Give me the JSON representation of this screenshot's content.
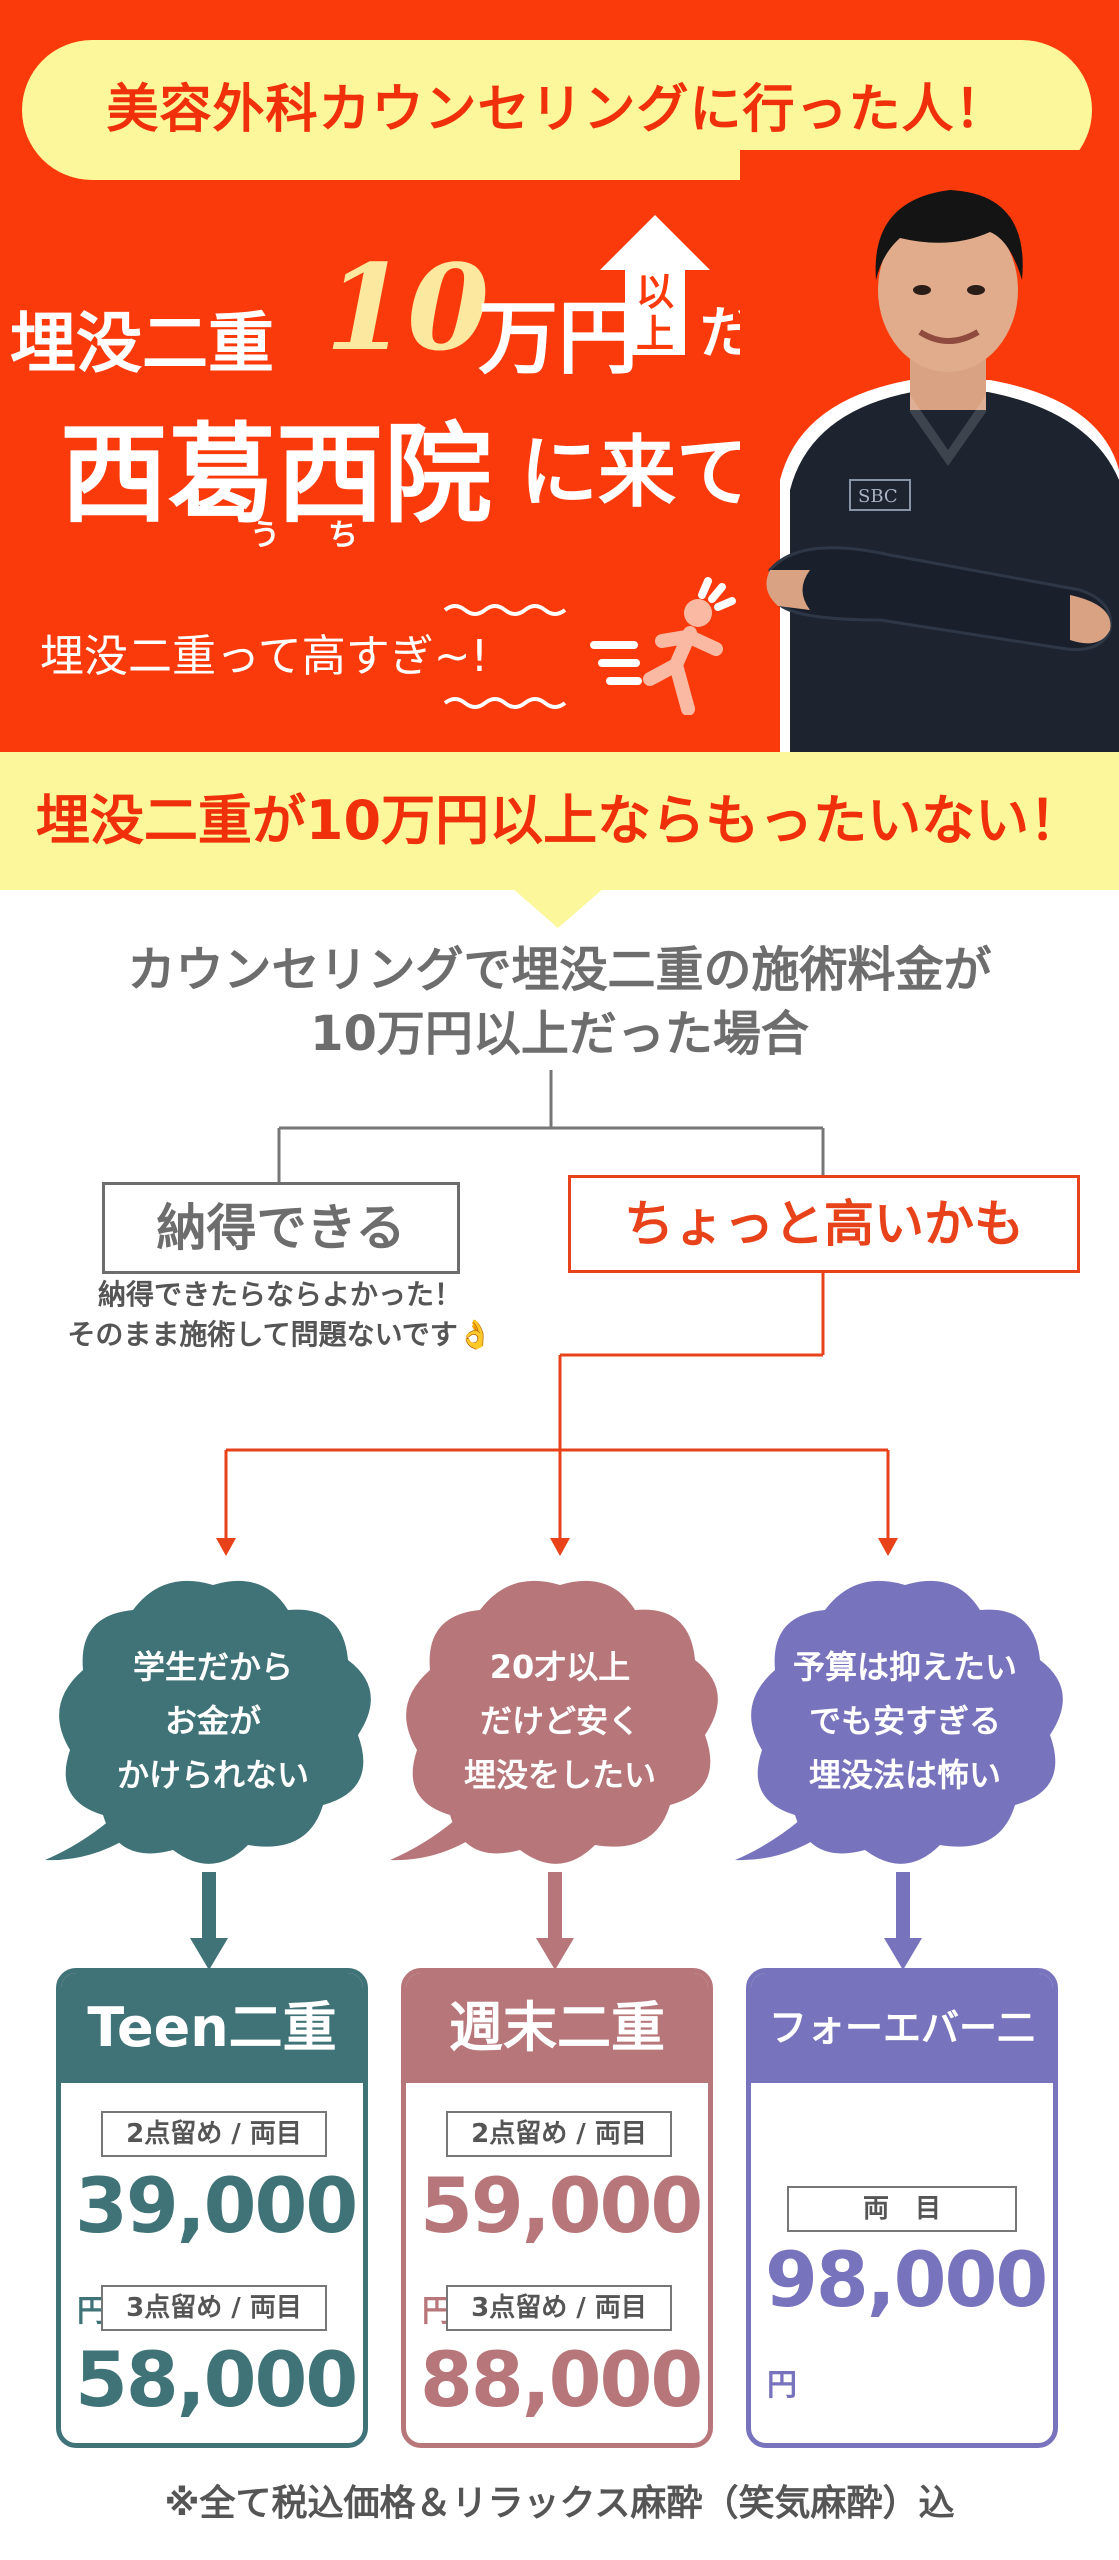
{
  "hero": {
    "bubble_text": "美容外科カウンセリングに行った人！",
    "line1_prefix": "埋没二重",
    "line1_number": "10",
    "line1_unit": "万円",
    "line1_arrow_text": "以上",
    "line1_suffix": "だったら",
    "line2_main": "西葛西院",
    "line2_suffix": "に来て!!",
    "ruby": "うち",
    "sub_text": "埋没二重って高すぎ~!"
  },
  "banner": {
    "text": "埋没二重が10万円以上ならもったいない！"
  },
  "question": {
    "line1": "カウンセリングで埋没二重の施術料金が",
    "line2": "10万円以上だった場合"
  },
  "branches": {
    "ok_label": "納得できる",
    "ok_note_line1": "納得できたらならよかった！",
    "ok_note_line2": "そのまま施術して問題ないです👌",
    "high_label": "ちょっと高いかも"
  },
  "clouds": [
    {
      "line1": "学生だから",
      "line2": "お金が",
      "line3": "かけられない",
      "color": "#3f7377"
    },
    {
      "line1": "20才以上",
      "line2": "だけど安く",
      "line3": "埋没をしたい",
      "color": "#b7767a"
    },
    {
      "line1": "予算は抑えたい",
      "line2": "でも安すぎる",
      "line3": "埋没法は怖い",
      "color": "#7873bd"
    }
  ],
  "cards": [
    {
      "title": "Teen二重",
      "color": "#3f7377",
      "plans": [
        {
          "tag": "2点留め / 両目",
          "price": "39,000"
        },
        {
          "tag": "3点留め / 両目",
          "price": "58,000"
        }
      ]
    },
    {
      "title": "週末二重",
      "color": "#b7767a",
      "plans": [
        {
          "tag": "2点留め / 両目",
          "price": "59,000"
        },
        {
          "tag": "3点留め / 両目",
          "price": "88,000"
        }
      ]
    },
    {
      "title": "フォーエバー二重",
      "color": "#7873bd",
      "plans": [
        {
          "tag": "両　目",
          "price": "98,000"
        }
      ]
    }
  ],
  "yen": "円",
  "footnote": "※全て税込価格＆リラックス麻酔（笑気麻酔）込",
  "doctor_logo": "SBC"
}
